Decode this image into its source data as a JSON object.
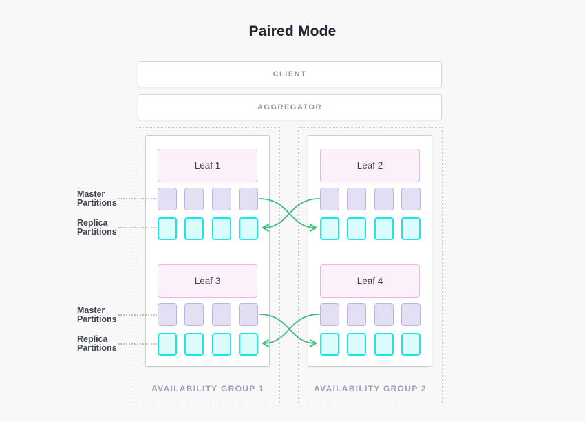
{
  "title": "Paired Mode",
  "tiers": {
    "client": "CLIENT",
    "aggregator": "AGGREGATOR"
  },
  "groups": [
    {
      "label": "AVAILABILITY GROUP 1",
      "leaves": [
        {
          "name": "Leaf 1"
        },
        {
          "name": "Leaf 3"
        }
      ]
    },
    {
      "label": "AVAILABILITY GROUP 2",
      "leaves": [
        {
          "name": "Leaf 2"
        },
        {
          "name": "Leaf 4"
        }
      ]
    }
  ],
  "side_labels": {
    "master": "Master\nPartitions",
    "replica": "Replica\nPartitions"
  },
  "partitions": {
    "per_row": 4
  },
  "colors": {
    "page-bg": "#f8f8f9",
    "box-border": "#d5d7db",
    "tier-text": "#8f96a9",
    "group-border": "#c8cacf",
    "group-label-text": "#9aa0b2",
    "leaf-fill": "#fcf0fb",
    "leaf-border": "#f2afe9",
    "leaf-text": "#3d414b",
    "master-fill": "#e4dff3",
    "master-border": "#beb2e4",
    "replica-fill": "#dcfcfc",
    "replica-border": "#18e7ea",
    "arrow": "#41bd80",
    "title-text": "#21252f",
    "side-label-text": "#3f4450",
    "leader-line": "#bfc2c9"
  }
}
